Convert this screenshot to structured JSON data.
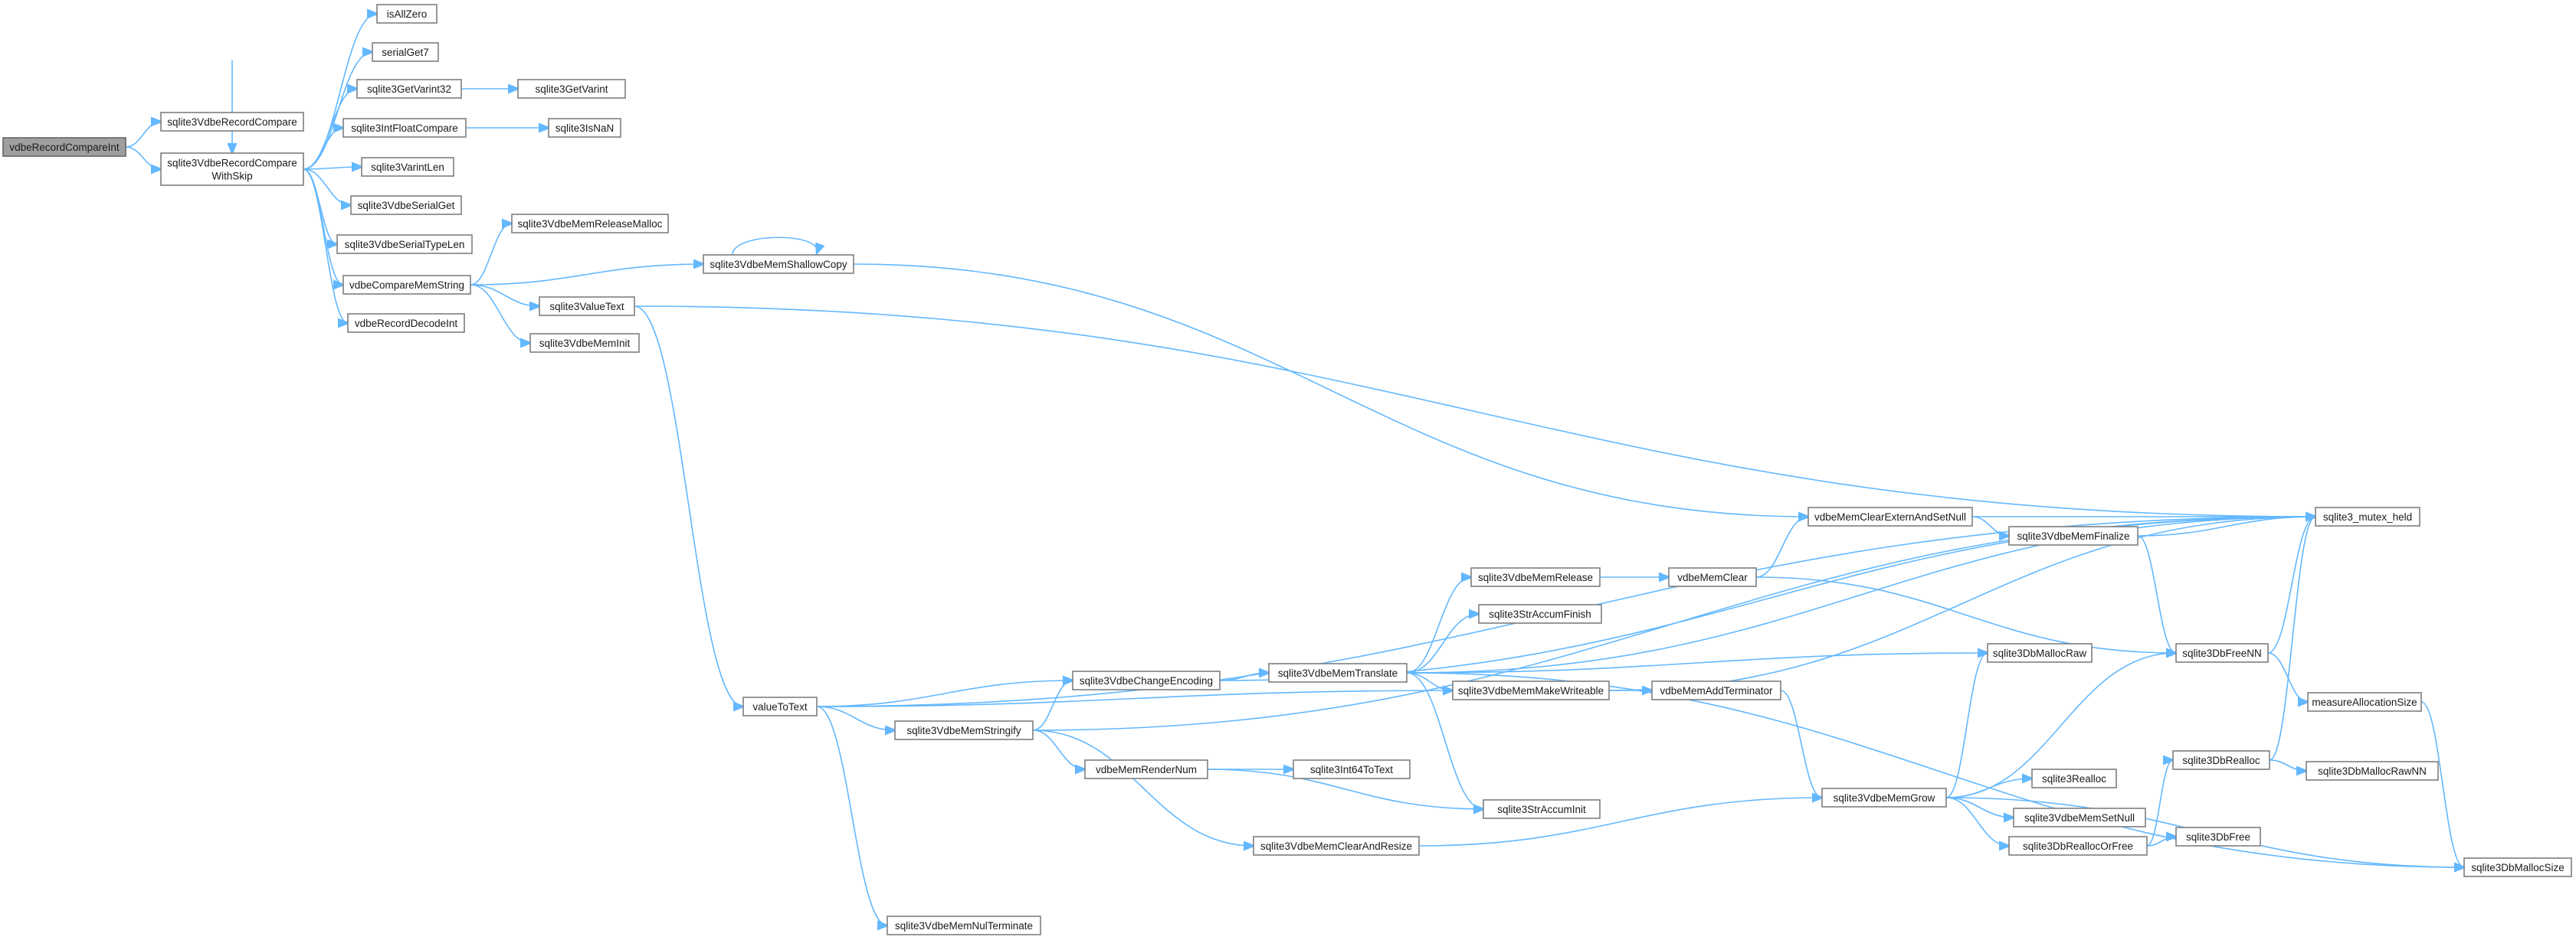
{
  "graph": {
    "edge_color": "#63b8ff",
    "node_border": "#7f7f7f",
    "root_fill": "#9f9f9f",
    "nodes": [
      {
        "id": "root",
        "lines": [
          "vdbeRecordCompareInt"
        ],
        "root": true
      },
      {
        "id": "rc",
        "lines": [
          "sqlite3VdbeRecordCompare"
        ]
      },
      {
        "id": "rcws",
        "lines": [
          "sqlite3VdbeRecordCompare",
          "WithSkip"
        ]
      },
      {
        "id": "isAllZero",
        "lines": [
          "isAllZero"
        ]
      },
      {
        "id": "serialGet7",
        "lines": [
          "serialGet7"
        ]
      },
      {
        "id": "getVarint32",
        "lines": [
          "sqlite3GetVarint32"
        ]
      },
      {
        "id": "getVarint",
        "lines": [
          "sqlite3GetVarint"
        ]
      },
      {
        "id": "intFloat",
        "lines": [
          "sqlite3IntFloatCompare"
        ]
      },
      {
        "id": "isNaN",
        "lines": [
          "sqlite3IsNaN"
        ]
      },
      {
        "id": "varintLen",
        "lines": [
          "sqlite3VarintLen"
        ]
      },
      {
        "id": "serialGet",
        "lines": [
          "sqlite3VdbeSerialGet"
        ]
      },
      {
        "id": "serialTypeLen",
        "lines": [
          "sqlite3VdbeSerialTypeLen"
        ]
      },
      {
        "id": "cmpMemStr",
        "lines": [
          "vdbeCompareMemString"
        ]
      },
      {
        "id": "decodeInt",
        "lines": [
          "vdbeRecordDecodeInt"
        ]
      },
      {
        "id": "relMalloc",
        "lines": [
          "sqlite3VdbeMemReleaseMalloc"
        ]
      },
      {
        "id": "shallowCopy",
        "lines": [
          "sqlite3VdbeMemShallowCopy"
        ]
      },
      {
        "id": "valueText",
        "lines": [
          "sqlite3ValueText"
        ]
      },
      {
        "id": "memInit",
        "lines": [
          "sqlite3VdbeMemInit"
        ]
      },
      {
        "id": "mutexHeld",
        "lines": [
          "sqlite3_mutex_held"
        ]
      },
      {
        "id": "clearExtern",
        "lines": [
          "vdbeMemClearExternAndSetNull"
        ]
      },
      {
        "id": "memFinalize",
        "lines": [
          "sqlite3VdbeMemFinalize"
        ]
      },
      {
        "id": "memRelease",
        "lines": [
          "sqlite3VdbeMemRelease"
        ]
      },
      {
        "id": "memClear",
        "lines": [
          "vdbeMemClear"
        ]
      },
      {
        "id": "strAccumFinish",
        "lines": [
          "sqlite3StrAccumFinish"
        ]
      },
      {
        "id": "dbMallocRaw",
        "lines": [
          "sqlite3DbMallocRaw"
        ]
      },
      {
        "id": "dbFreeNN",
        "lines": [
          "sqlite3DbFreeNN"
        ]
      },
      {
        "id": "valueToText",
        "lines": [
          "valueToText"
        ]
      },
      {
        "id": "changeEnc",
        "lines": [
          "sqlite3VdbeChangeEncoding"
        ]
      },
      {
        "id": "memTranslate",
        "lines": [
          "sqlite3VdbeMemTranslate"
        ]
      },
      {
        "id": "makeWriteable",
        "lines": [
          "sqlite3VdbeMemMakeWriteable"
        ]
      },
      {
        "id": "addTerm",
        "lines": [
          "vdbeMemAddTerminator"
        ]
      },
      {
        "id": "measureAlloc",
        "lines": [
          "measureAllocationSize"
        ]
      },
      {
        "id": "stringify",
        "lines": [
          "sqlite3VdbeMemStringify"
        ]
      },
      {
        "id": "renderNum",
        "lines": [
          "vdbeMemRenderNum"
        ]
      },
      {
        "id": "int64ToText",
        "lines": [
          "sqlite3Int64ToText"
        ]
      },
      {
        "id": "strAccumInit",
        "lines": [
          "sqlite3StrAccumInit"
        ]
      },
      {
        "id": "memGrow",
        "lines": [
          "sqlite3VdbeMemGrow"
        ]
      },
      {
        "id": "realloc",
        "lines": [
          "sqlite3Realloc"
        ]
      },
      {
        "id": "dbRealloc",
        "lines": [
          "sqlite3DbRealloc"
        ]
      },
      {
        "id": "dbMallocRawNN",
        "lines": [
          "sqlite3DbMallocRawNN"
        ]
      },
      {
        "id": "setNull",
        "lines": [
          "sqlite3VdbeMemSetNull"
        ]
      },
      {
        "id": "reallocOrFree",
        "lines": [
          "sqlite3DbReallocOrFree"
        ]
      },
      {
        "id": "dbFree",
        "lines": [
          "sqlite3DbFree"
        ]
      },
      {
        "id": "clearResize",
        "lines": [
          "sqlite3VdbeMemClearAndResize"
        ]
      },
      {
        "id": "mallocSize",
        "lines": [
          "sqlite3DbMallocSize"
        ]
      },
      {
        "id": "nulTerm",
        "lines": [
          "sqlite3VdbeMemNulTerminate"
        ]
      }
    ],
    "edges": [
      [
        "root",
        "rc"
      ],
      [
        "root",
        "rcws"
      ],
      [
        "rc",
        "rcws"
      ],
      [
        "rcws",
        "isAllZero"
      ],
      [
        "rcws",
        "serialGet7"
      ],
      [
        "rcws",
        "getVarint32"
      ],
      [
        "rcws",
        "intFloat"
      ],
      [
        "rcws",
        "varintLen"
      ],
      [
        "rcws",
        "serialGet"
      ],
      [
        "rcws",
        "serialTypeLen"
      ],
      [
        "rcws",
        "cmpMemStr"
      ],
      [
        "rcws",
        "decodeInt"
      ],
      [
        "getVarint32",
        "getVarint"
      ],
      [
        "intFloat",
        "isNaN"
      ],
      [
        "cmpMemStr",
        "relMalloc"
      ],
      [
        "cmpMemStr",
        "shallowCopy"
      ],
      [
        "cmpMemStr",
        "valueText"
      ],
      [
        "cmpMemStr",
        "memInit"
      ],
      [
        "shallowCopy",
        "shallowCopy"
      ],
      [
        "shallowCopy",
        "clearExtern"
      ],
      [
        "valueText",
        "mutexHeld"
      ],
      [
        "valueText",
        "valueToText"
      ],
      [
        "clearExtern",
        "mutexHeld"
      ],
      [
        "clearExtern",
        "memFinalize"
      ],
      [
        "memFinalize",
        "mutexHeld"
      ],
      [
        "memFinalize",
        "dbFreeNN"
      ],
      [
        "memRelease",
        "memClear"
      ],
      [
        "memClear",
        "clearExtern"
      ],
      [
        "memClear",
        "dbFreeNN"
      ],
      [
        "dbFreeNN",
        "mutexHeld"
      ],
      [
        "dbFreeNN",
        "measureAlloc"
      ],
      [
        "measureAlloc",
        "mallocSize"
      ],
      [
        "valueToText",
        "mutexHeld"
      ],
      [
        "valueToText",
        "changeEnc"
      ],
      [
        "valueToText",
        "stringify"
      ],
      [
        "valueToText",
        "makeWriteable"
      ],
      [
        "valueToText",
        "nulTerm"
      ],
      [
        "changeEnc",
        "mutexHeld"
      ],
      [
        "changeEnc",
        "memTranslate"
      ],
      [
        "memTranslate",
        "mutexHeld"
      ],
      [
        "memTranslate",
        "memRelease"
      ],
      [
        "memTranslate",
        "strAccumFinish"
      ],
      [
        "memTranslate",
        "dbMallocRaw"
      ],
      [
        "memTranslate",
        "makeWriteable"
      ],
      [
        "memTranslate",
        "strAccumInit"
      ],
      [
        "memTranslate",
        "mallocSize"
      ],
      [
        "makeWriteable",
        "mutexHeld"
      ],
      [
        "makeWriteable",
        "addTerm"
      ],
      [
        "addTerm",
        "memGrow"
      ],
      [
        "stringify",
        "changeEnc"
      ],
      [
        "stringify",
        "mutexHeld"
      ],
      [
        "stringify",
        "renderNum"
      ],
      [
        "stringify",
        "clearResize"
      ],
      [
        "renderNum",
        "int64ToText"
      ],
      [
        "renderNum",
        "strAccumInit"
      ],
      [
        "clearResize",
        "memGrow"
      ],
      [
        "memGrow",
        "dbMallocRaw"
      ],
      [
        "memGrow",
        "dbFreeNN"
      ],
      [
        "memGrow",
        "realloc"
      ],
      [
        "memGrow",
        "setNull"
      ],
      [
        "memGrow",
        "reallocOrFree"
      ],
      [
        "memGrow",
        "mallocSize"
      ],
      [
        "reallocOrFree",
        "dbRealloc"
      ],
      [
        "reallocOrFree",
        "dbFree"
      ],
      [
        "dbRealloc",
        "mutexHeld"
      ],
      [
        "dbRealloc",
        "dbMallocRawNN"
      ]
    ]
  }
}
